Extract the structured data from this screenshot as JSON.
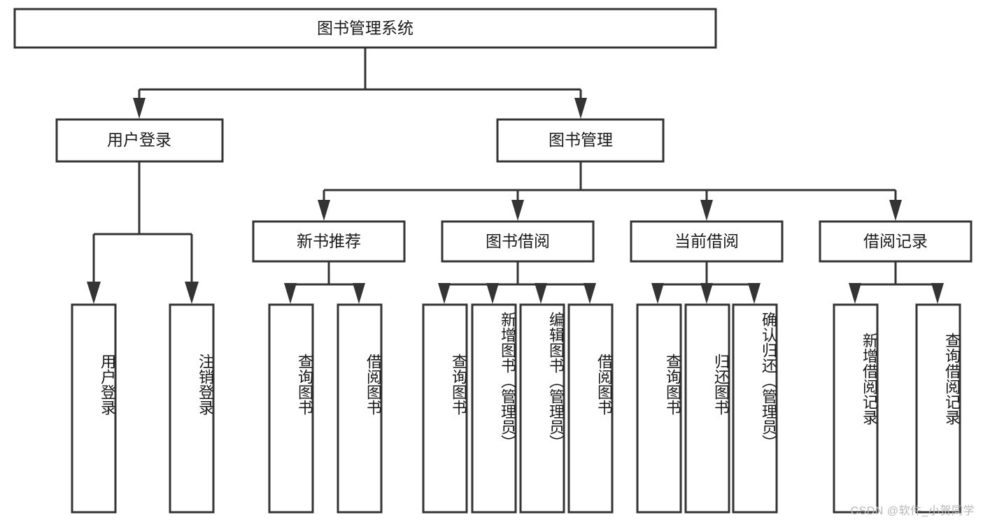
{
  "diagram": {
    "type": "tree-hierarchy-chart",
    "title": "图书管理系统",
    "orientation": "top-down",
    "colors": {
      "box_stroke": "#343434",
      "box_fill": "#ffffff",
      "connector": "#343434",
      "text": "#1a1a1a",
      "watermark": "#b7b7b7"
    },
    "watermark": "CSDN @软件_小贺同学"
  },
  "root": {
    "label": "图书管理系统"
  },
  "level2": [
    {
      "label": "用户登录"
    },
    {
      "label": "图书管理"
    }
  ],
  "level3": [
    {
      "label": "新书推荐"
    },
    {
      "label": "图书借阅"
    },
    {
      "label": "当前借阅"
    },
    {
      "label": "借阅记录"
    }
  ],
  "leaves": {
    "user_login": [
      {
        "label": "用户登录"
      },
      {
        "label": "注销登录"
      }
    ],
    "new_book_recommend": [
      {
        "label": "查询图书"
      },
      {
        "label": "借阅图书"
      }
    ],
    "book_borrow": [
      {
        "label": "查询图书"
      },
      {
        "label": "新增图书（管理员）"
      },
      {
        "label": "编辑图书（管理员）"
      },
      {
        "label": "借阅图书"
      }
    ],
    "current_borrow": [
      {
        "label": "查询图书"
      },
      {
        "label": "归还图书"
      },
      {
        "label": "确认归还（管理员）"
      }
    ],
    "borrow_record": [
      {
        "label": "新增借阅记录"
      },
      {
        "label": "查询借阅记录"
      }
    ]
  }
}
